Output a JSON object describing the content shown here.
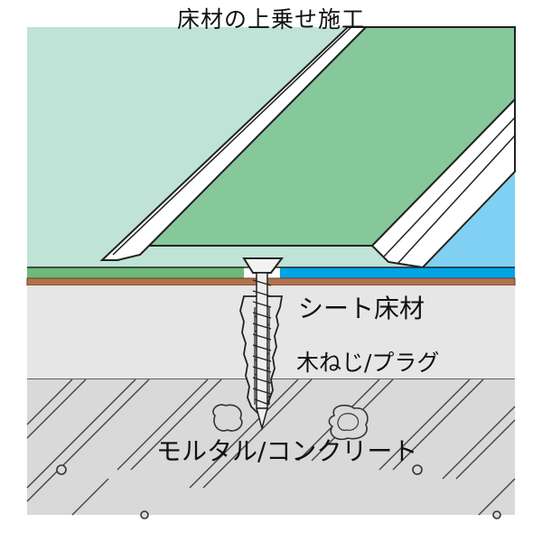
{
  "title": "床材の上乗せ施工",
  "labels": {
    "sheet_floor": "シート床材",
    "screw_plug": "木ねじ/プラグ",
    "mortar_concrete": "モルタル/コンクリート"
  },
  "colors": {
    "floor_green": "#86c89a",
    "wall_mint": "#bfe3d7",
    "cover_green": "#6dba7a",
    "strip_blue": "#00a3e6",
    "sky_blue": "#7fd0f3",
    "sheet_band": "#b0734e",
    "concrete_light": "#e6e6e6",
    "concrete_dark": "#d9d9d9",
    "outline": "#222222"
  }
}
